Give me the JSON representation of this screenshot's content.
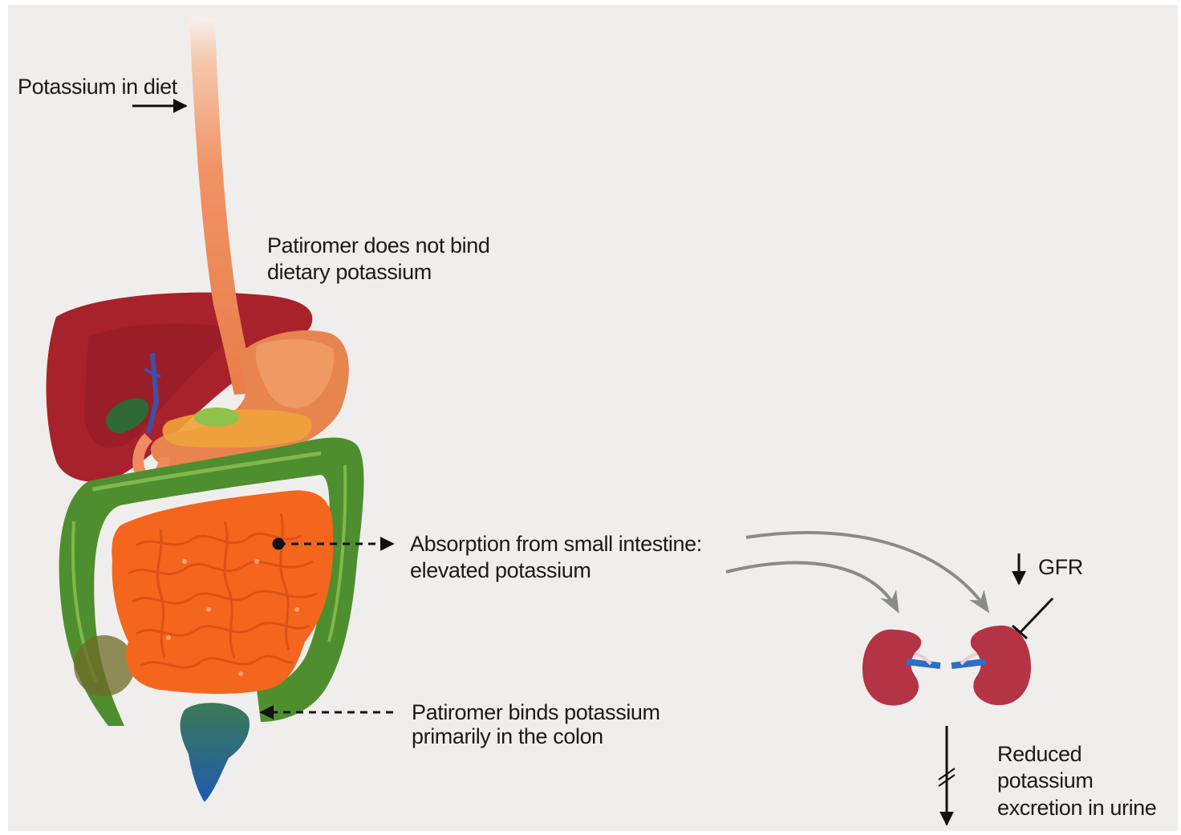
{
  "labels": {
    "diet": "Potassium in diet",
    "no_bind": [
      "Patiromer does not bind",
      "dietary potassium"
    ],
    "absorption": [
      "Absorption from small intestine:",
      "elevated potassium"
    ],
    "colon": [
      "Patiromer binds potassium",
      "primarily in the colon"
    ],
    "gfr": "GFR",
    "excretion": [
      "Reduced",
      "potassium",
      "excretion in urine"
    ]
  },
  "colors": {
    "background": "#f0eeec",
    "liver": "#a8222c",
    "esophagus": "#ee8a5c",
    "stomach": "#e8844e",
    "small_intestine": "#f4651e",
    "colon": "#4f8e2e",
    "rectum": "#2f6b86",
    "gallbladder": "#2e6a35",
    "kidney": "#b43345",
    "renal_vessel": "#2d6fc4",
    "arrow_gray": "#8a8a8a",
    "text": "#1a1a1a"
  }
}
